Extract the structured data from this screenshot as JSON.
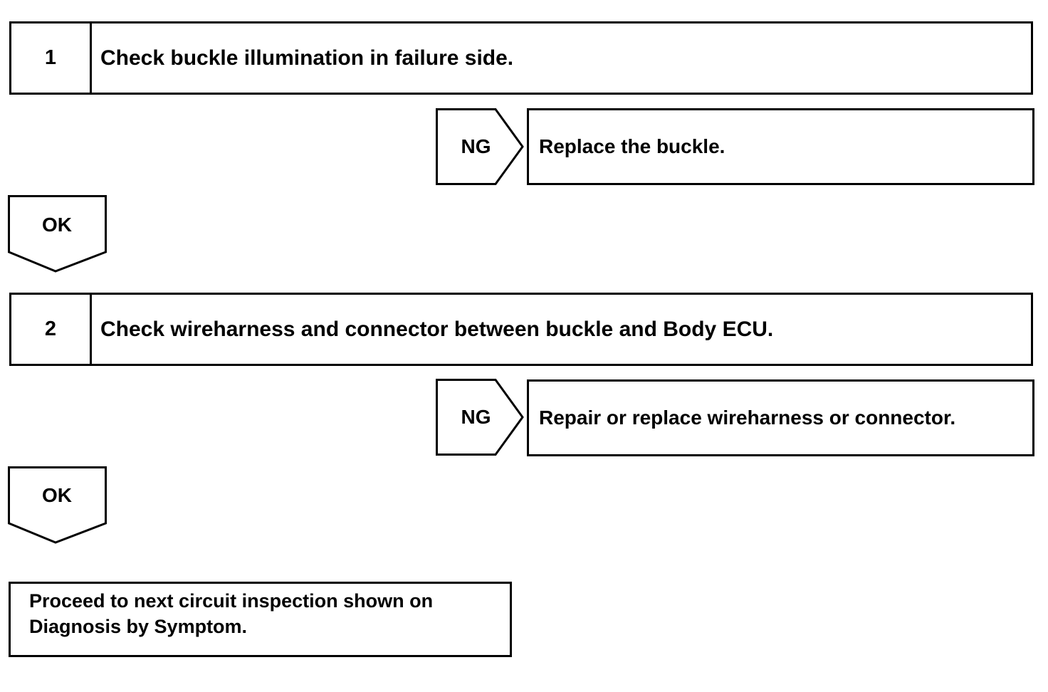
{
  "steps": [
    {
      "number": "1",
      "title": "Check buckle illumination in failure side."
    },
    {
      "number": "2",
      "title": "Check wireharness and connector between buckle and Body ECU."
    }
  ],
  "ng_branches": [
    {
      "label": "NG",
      "action": "Replace the buckle."
    },
    {
      "label": "NG",
      "action": "Repair or replace wireharness or connector."
    }
  ],
  "ok_branches": [
    {
      "label": "OK"
    },
    {
      "label": "OK"
    }
  ],
  "final": {
    "line1": "Proceed to next circuit inspection shown on",
    "line2": "Diagnosis by Symptom."
  }
}
